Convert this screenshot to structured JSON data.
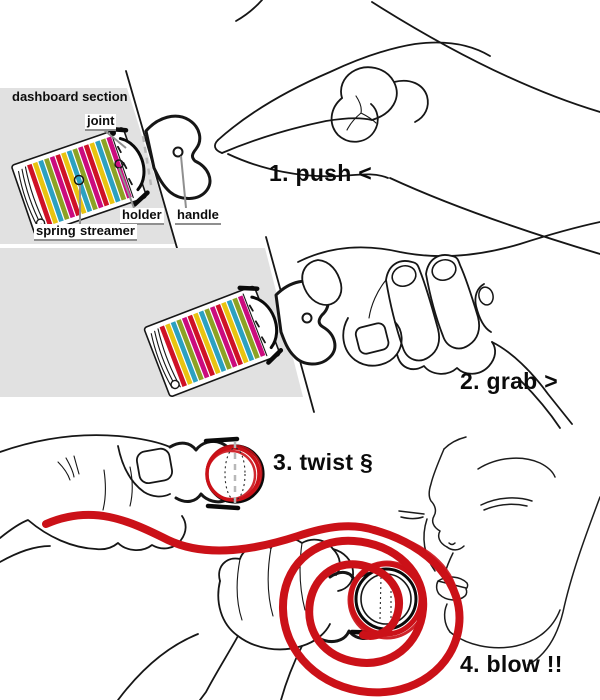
{
  "colors": {
    "panel_gray": "#e1e1e1",
    "outline_black": "#161616",
    "callout_gray": "#8f8f8f",
    "streamer_red": "#cb1118",
    "stripe_colors": [
      "#cf1126",
      "#e9c410",
      "#2ba1c1",
      "#8da224",
      "#cb0b7e"
    ]
  },
  "dashboard": {
    "section_label": "dashboard section",
    "part_labels": {
      "joint": "joint",
      "holder": "holder",
      "handle": "handle",
      "spring": "spring",
      "streamer": "streamer"
    }
  },
  "steps": [
    {
      "label": "1. push <"
    },
    {
      "label": "2. grab >"
    },
    {
      "label": "3. twist §"
    },
    {
      "label": "4. blow !!"
    }
  ]
}
